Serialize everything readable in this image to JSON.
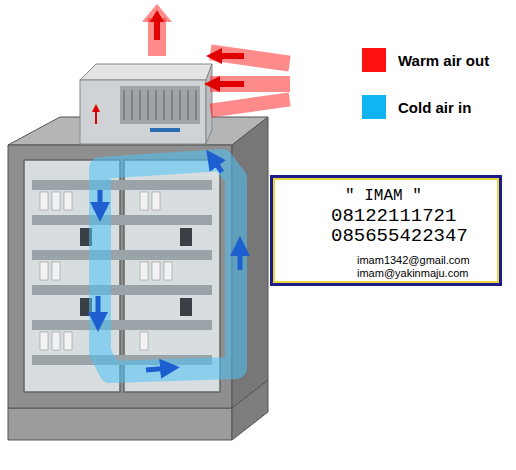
{
  "diagram": {
    "nodes": [
      {
        "text": [
          "\" IMAM \"",
          "08122111721",
          "085655422347",
          "imam1342@gmail.com",
          "imam@yakinmaju.com"
        ]
      }
    ],
    "legend": [
      {
        "text": "Warm air out",
        "color": "#ff1010"
      },
      {
        "text": "Cold air in",
        "color": "#10b4f0"
      }
    ]
  }
}
